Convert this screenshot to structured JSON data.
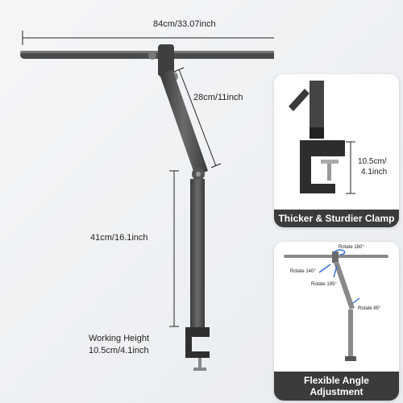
{
  "main": {
    "total_width": "84cm/33.07inch",
    "upper_arm": "28cm/11inch",
    "lower_arm": "41cm/16.1inch",
    "working_height_label": "Working Height",
    "working_height_value": "10.5cm/4.1inch"
  },
  "clamp_panel": {
    "dimension_line1": "10.5cm/",
    "dimension_line2": "4.1inch",
    "caption": "Thicker & Sturdier Clamp"
  },
  "angle_panel": {
    "rotate_top": "Rotate 180°",
    "rotate_left": "Rotate 140°",
    "rotate_mid": "Rotate 195°",
    "rotate_right": "Rotate 85°",
    "caption_line1": "Flexible Angle",
    "caption_line2": "Adjustment"
  },
  "colors": {
    "lamp_body": "#4a4a4a",
    "caption_bg": "#3b3b3b",
    "rotate_arrow": "#2f6fd1"
  }
}
